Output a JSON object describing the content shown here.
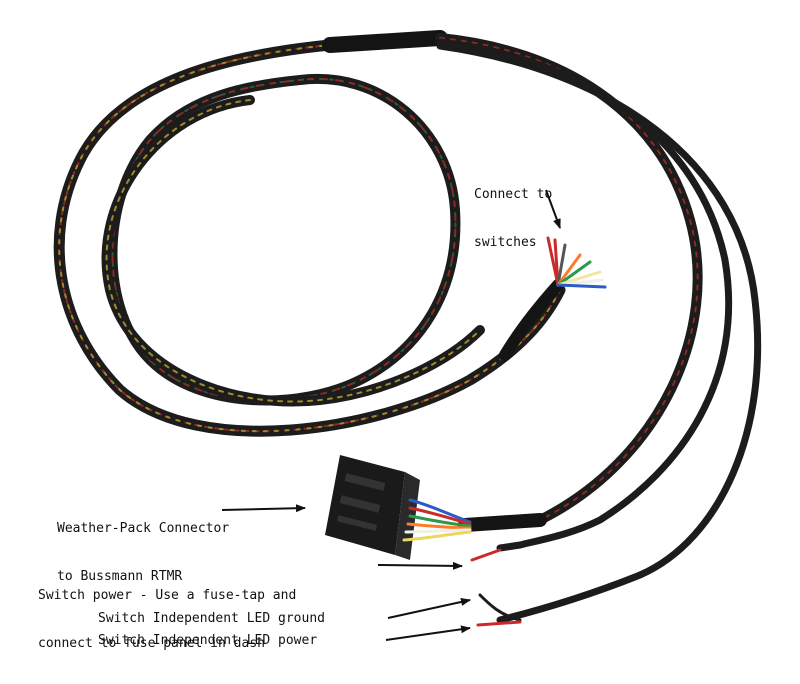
{
  "annotations": {
    "switches": {
      "line1": "Connect to",
      "line2": "switches"
    },
    "connector": {
      "line1": "Weather-Pack Connector",
      "line2": "to Bussmann RTMR"
    },
    "switch_power": {
      "line1": "Switch power - Use a fuse-tap and",
      "line2": "connect to fuse panel in dash"
    },
    "led_ground": {
      "text": "Switch Independent LED ground"
    },
    "led_power": {
      "text": "Switch Independent LED power"
    }
  },
  "colors": {
    "sleeve": "#1c1c1c",
    "sleeve_red": "#8a2a22",
    "sleeve_yellow": "#9c8a2c",
    "sleeve_green": "#2c5a3c",
    "arrow": "#111111"
  },
  "wire_colors": [
    "#cc2a2a",
    "#ff7a2a",
    "#2a9a4a",
    "#f2e6a0",
    "#2a5cc8",
    "#f0f0e8",
    "#555555"
  ]
}
